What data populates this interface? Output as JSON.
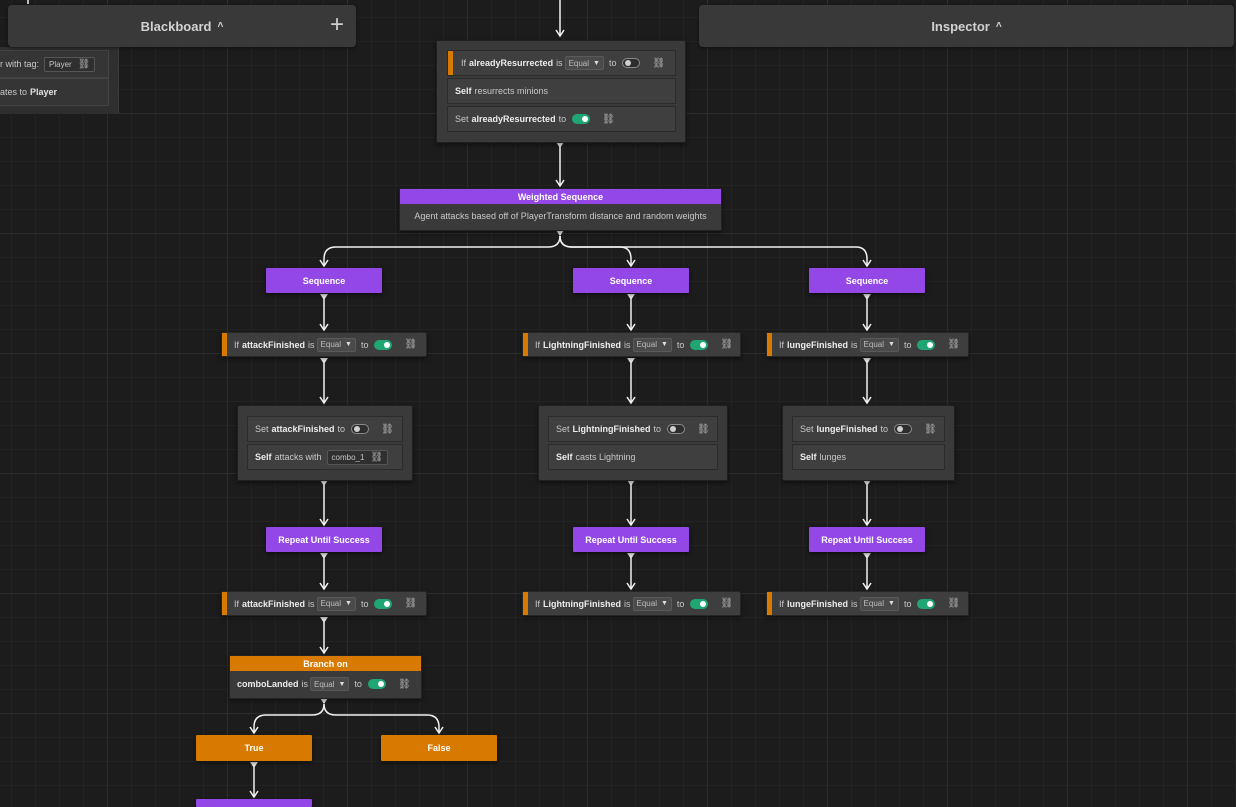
{
  "blackboard": {
    "title": "Blackboard",
    "add_icon": "+",
    "rows": [
      {
        "prefix": "r with tag:",
        "chip": "Player"
      },
      {
        "prefix": "ates to",
        "bold": "Player"
      }
    ]
  },
  "inspector": {
    "title": "Inspector"
  },
  "chevron_up": "^",
  "link_icon": "⛓",
  "top_node": {
    "cond": {
      "lead": "If",
      "var": "alreadyResurrected",
      "is": "is",
      "op": "Equal",
      "to": "to"
    },
    "action1": {
      "subject": "Self",
      "text": "resurrects minions"
    },
    "action2": {
      "lead": "Set",
      "var": "alreadyResurrected",
      "to": "to"
    }
  },
  "weighted": {
    "title": "Weighted Sequence",
    "desc": "Agent attacks based off of PlayerTransform distance and random weights"
  },
  "columns": [
    {
      "sequence": "Sequence",
      "cond1": {
        "lead": "If",
        "var": "attackFinished",
        "is": "is",
        "op": "Equal",
        "to": "to"
      },
      "set": {
        "lead": "Set",
        "var": "attackFinished",
        "to": "to"
      },
      "act": {
        "subject": "Self",
        "text": "attacks with",
        "chip": "combo_1"
      },
      "repeat": "Repeat Until Success",
      "cond2": {
        "lead": "If",
        "var": "attackFinished",
        "is": "is",
        "op": "Equal",
        "to": "to"
      }
    },
    {
      "sequence": "Sequence",
      "cond1": {
        "lead": "If",
        "var": "LightningFinished",
        "is": "is",
        "op": "Equal",
        "to": "to"
      },
      "set": {
        "lead": "Set",
        "var": "LightningFinished",
        "to": "to"
      },
      "act": {
        "subject": "Self",
        "text": "casts Lightning",
        "chip": ""
      },
      "repeat": "Repeat Until Success",
      "cond2": {
        "lead": "If",
        "var": "LightningFinished",
        "is": "is",
        "op": "Equal",
        "to": "to"
      }
    },
    {
      "sequence": "Sequence",
      "cond1": {
        "lead": "If",
        "var": "lungeFinished",
        "is": "is",
        "op": "Equal",
        "to": "to"
      },
      "set": {
        "lead": "Set",
        "var": "lungeFinished",
        "to": "to"
      },
      "act": {
        "subject": "Self",
        "text": "lunges",
        "chip": ""
      },
      "repeat": "Repeat Until Success",
      "cond2": {
        "lead": "If",
        "var": "lungeFinished",
        "is": "is",
        "op": "Equal",
        "to": "to"
      }
    }
  ],
  "branch": {
    "title": "Branch on",
    "var": "comboLanded",
    "is": "is",
    "op": "Equal",
    "to": "to",
    "true_label": "True",
    "false_label": "False"
  },
  "colors": {
    "sequence_purple": "#9247e6",
    "branch_orange": "#d97a00",
    "toggle_on": "#1fa672",
    "canvas_bg": "#1c1c1c"
  }
}
